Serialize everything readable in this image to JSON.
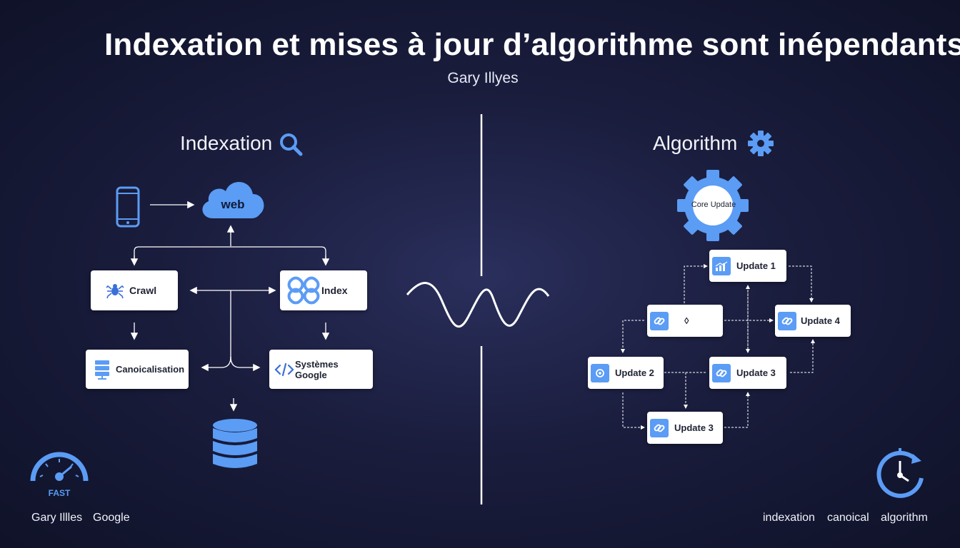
{
  "title": "Indexation et mises à jour  d’algorithme sont inépendants",
  "subtitle": "Gary Illyes",
  "left": {
    "heading": "Indexation",
    "cloud_label": "web",
    "boxes": {
      "crawl": "Crawl",
      "index": "Index",
      "canonicalisation": "Canoicalisation",
      "systemes": "Systèmes Google"
    }
  },
  "right": {
    "heading": "Algorithm",
    "gear_label": "Core Update",
    "boxes": {
      "update1": "Update 1",
      "mid": "◊",
      "update4": "Update 4",
      "update2": "Update 2",
      "update3a": "Update 3",
      "update3b": "Update 3"
    }
  },
  "speedometer_label": "FAST",
  "footer_left": [
    "Gary Illles",
    "Google"
  ],
  "footer_right": [
    "indexation",
    "canoical",
    "algorithm"
  ],
  "colors": {
    "accent": "#5b9cf5",
    "background": "#1a1d3d",
    "box": "#ffffff"
  }
}
